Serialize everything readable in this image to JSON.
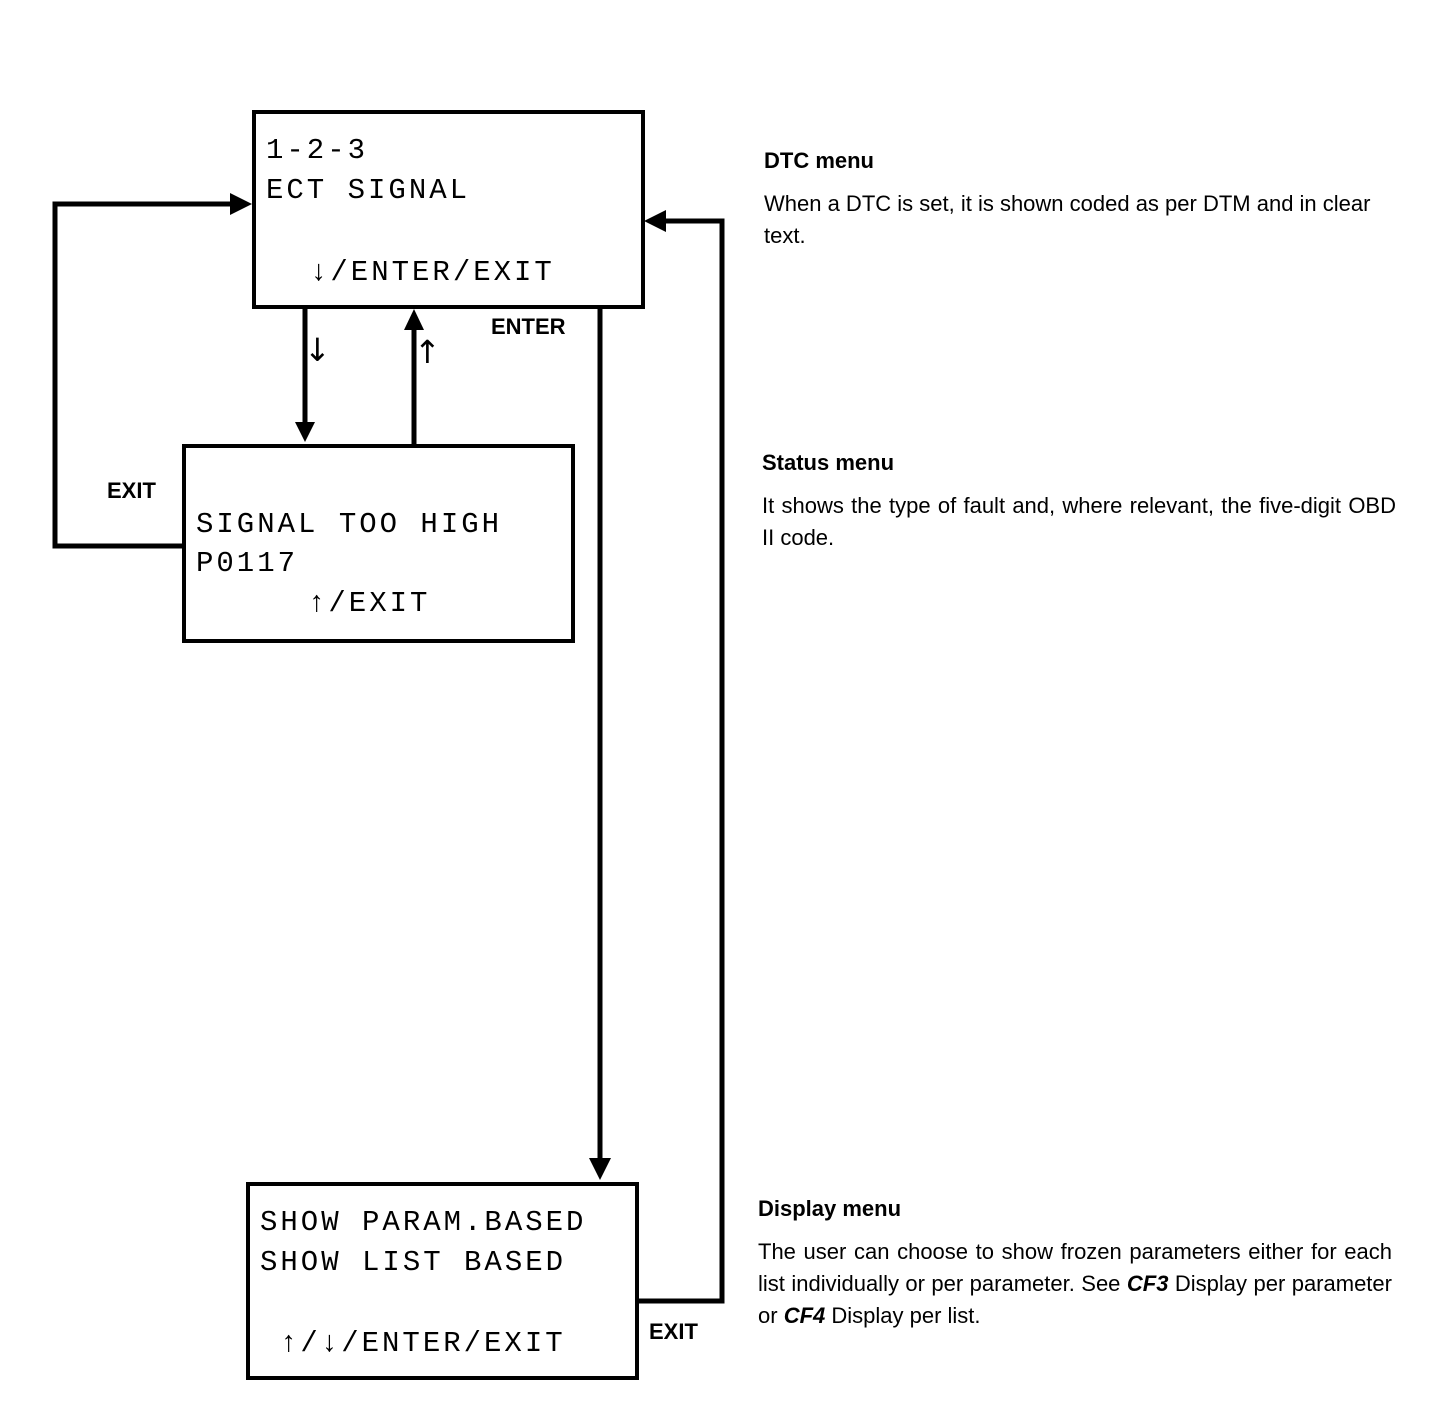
{
  "screens": {
    "dtc": {
      "line1": "1-2-3",
      "line2": "ECT SIGNAL",
      "keys": "↓/ENTER/EXIT"
    },
    "status": {
      "line1": "SIGNAL TOO HIGH",
      "line2": "P0117",
      "keys": "↑/EXIT"
    },
    "display": {
      "line1": "SHOW PARAM.BASED",
      "line2": "SHOW LIST BASED",
      "keys": "↑/↓/ENTER/EXIT"
    }
  },
  "flow_labels": {
    "down_arrow": "↓",
    "up_arrow": "↑",
    "enter": "ENTER",
    "exit_status": "EXIT",
    "exit_display": "EXIT"
  },
  "descriptions": {
    "dtc": {
      "heading": "DTC menu",
      "text": "When a DTC is set, it is shown coded as per DTM and in clear text."
    },
    "status": {
      "heading": "Status menu",
      "text": "It shows the type of fault and, where relevant, the five-digit OBD II code."
    },
    "display": {
      "heading": "Display menu",
      "text_part1": "The user can choose to show frozen parameters either for each list individually or per parameter. See ",
      "ref1": "CF3",
      "text_part2": " Display per parameter or ",
      "ref2": "CF4",
      "text_part3": " Display per list."
    }
  },
  "colors": {
    "ink": "#000000",
    "paper": "#ffffff"
  }
}
